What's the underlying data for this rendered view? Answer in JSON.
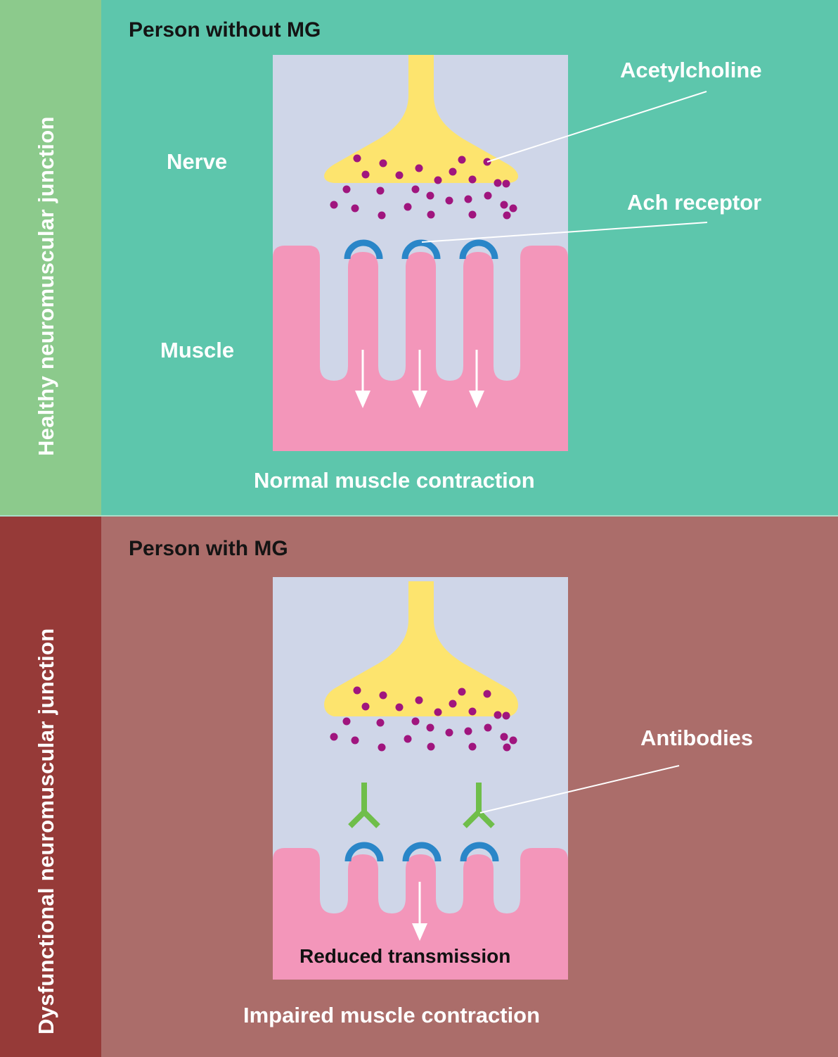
{
  "colors": {
    "healthy_band": "#8cca8c",
    "healthy_panel": "#5dc6ac",
    "dysfunctional_band": "#963a38",
    "dysfunctional_panel": "#ab6d6a",
    "synapse_background": "#cfd6e8",
    "nerve": "#fde46e",
    "acetylcholine": "#a0157e",
    "muscle": "#f396ba",
    "receptor": "#2a86c8",
    "antibody": "#6fbe4a",
    "label_text": "#ffffff",
    "heading_text": "#141414"
  },
  "healthy": {
    "side_label": "Healthy neuromuscular junction",
    "heading": "Person without MG",
    "labels": {
      "nerve": "Nerve",
      "muscle": "Muscle",
      "acetylcholine": "Acetylcholine",
      "ach_receptor": "Ach receptor"
    },
    "caption": "Normal muscle contraction",
    "signal_arrows": 3,
    "receptors": 3
  },
  "dysfunctional": {
    "side_label": "Dysfunctional neuromuscular junction",
    "heading": "Person with MG",
    "labels": {
      "antibodies": "Antibodies",
      "reduced_transmission": "Reduced transmission"
    },
    "caption": "Impaired muscle contraction",
    "signal_arrows": 1,
    "receptors": 3,
    "antibodies": 2
  }
}
